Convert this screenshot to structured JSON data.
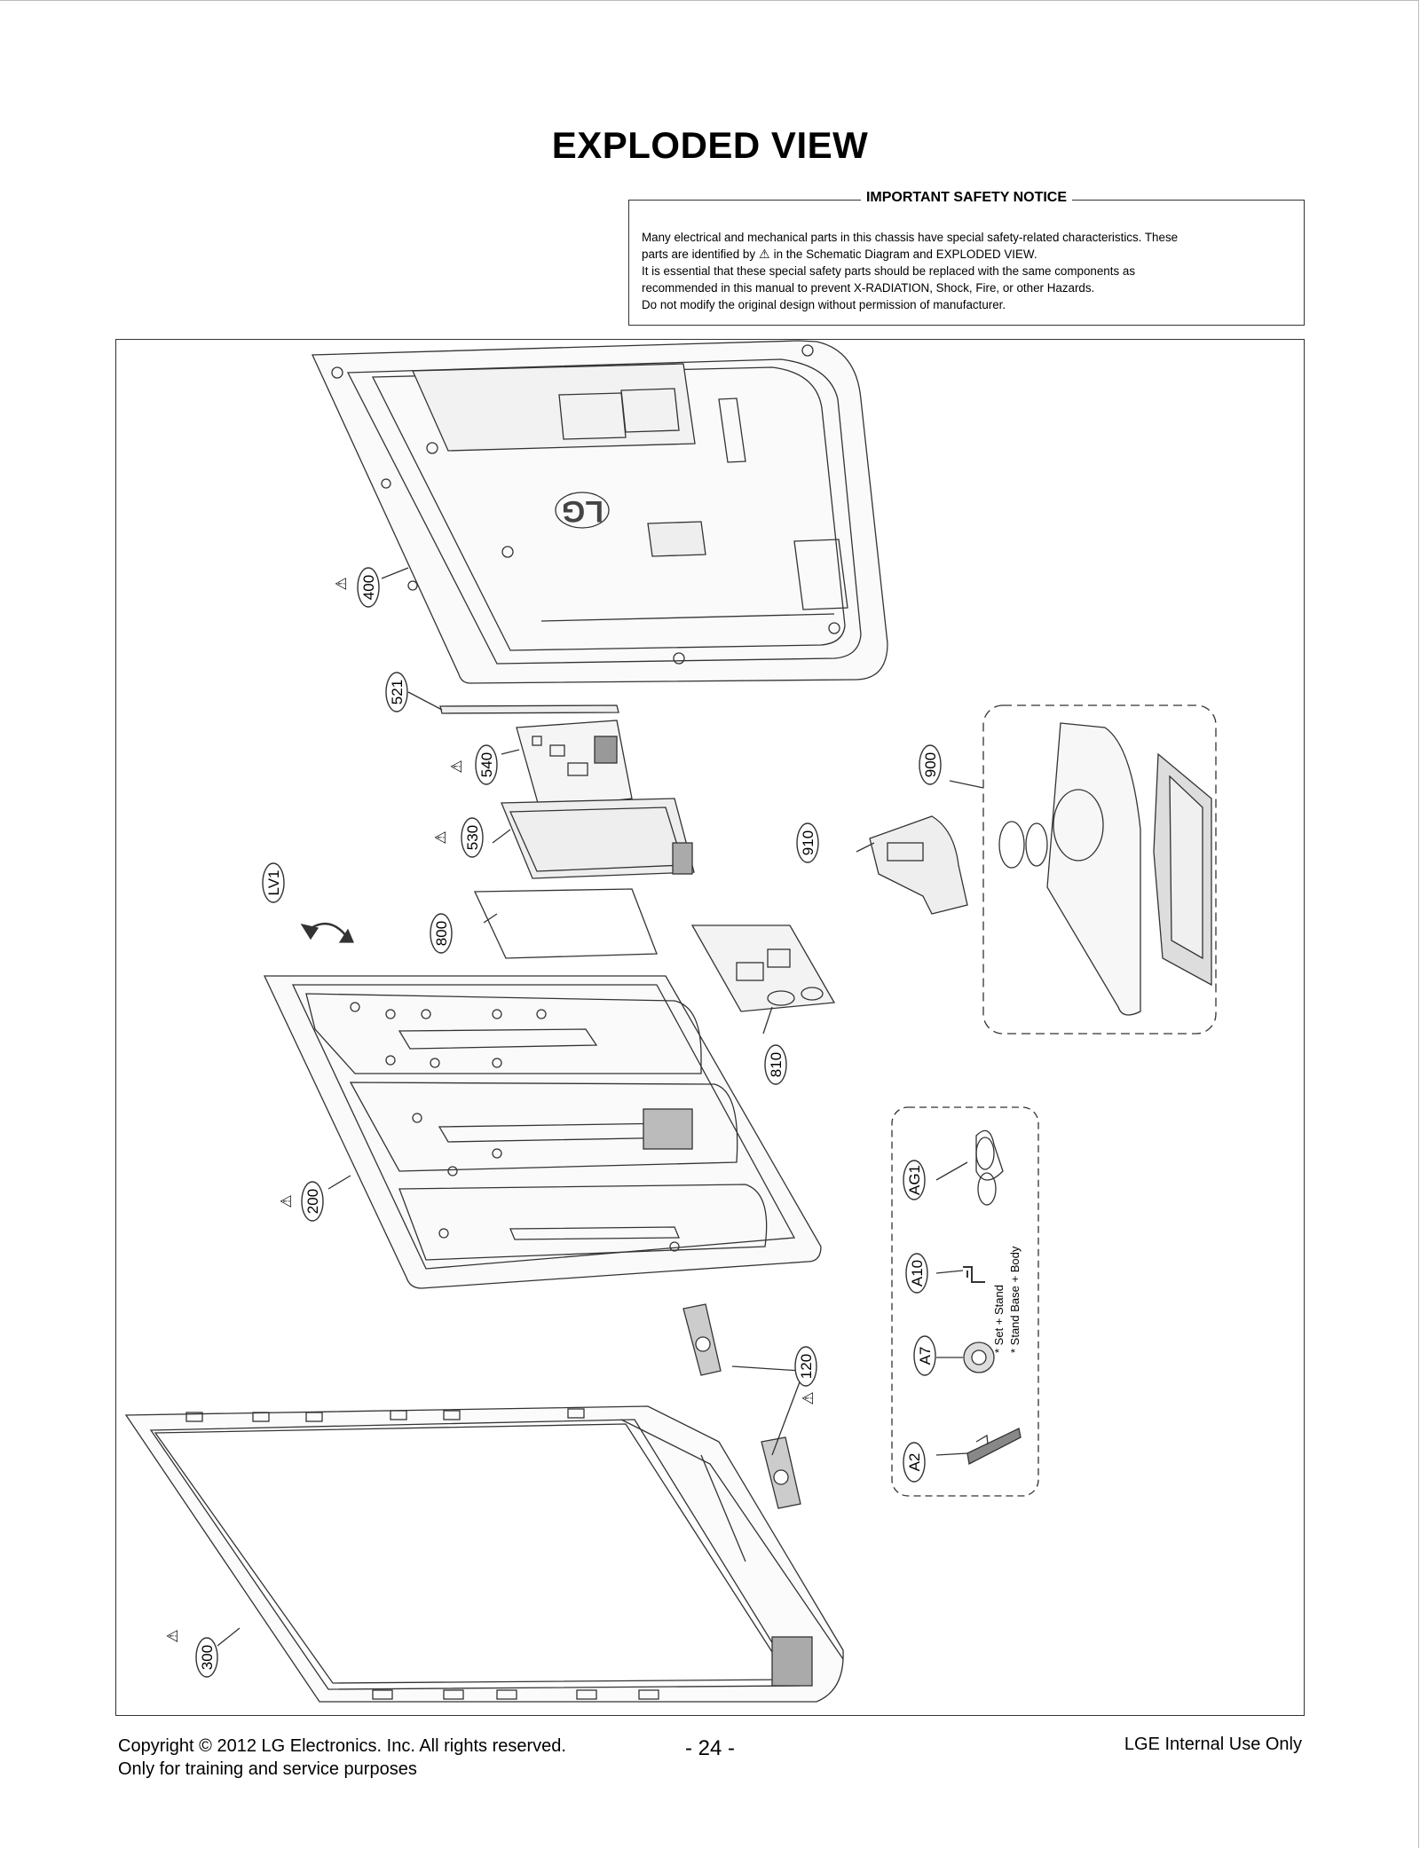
{
  "title": "EXPLODED VIEW",
  "notice": {
    "heading": "IMPORTANT SAFETY NOTICE",
    "line1": "Many electrical and mechanical parts in this chassis have special safety-related characteristics. These",
    "line2a": "parts are identified by",
    "line2b": "in the Schematic Diagram and EXPLODED VIEW.",
    "line3": "It is essential that these special safety parts should be replaced with the same components as",
    "line4": "recommended in this manual to prevent X-RADIATION, Shock, Fire, or other Hazards.",
    "line5": "Do not modify the original design without permission of manufacturer."
  },
  "parts": {
    "p400": "400",
    "p521": "521",
    "p540": "540",
    "p530": "530",
    "pLV1": "LV1",
    "p800": "800",
    "p810": "810",
    "p900": "900",
    "p910": "910",
    "p200": "200",
    "p120": "120",
    "p300": "300",
    "pAG1": "AG1",
    "pA10": "A10",
    "pA7": "A7",
    "pA2": "A2",
    "note1": "* Set + Stand",
    "note2": "* Stand Base + Body",
    "logo": "LG"
  },
  "footer": {
    "copyright": "Copyright © 2012 LG Electronics. Inc. All rights reserved.",
    "training": "Only for training and service purposes",
    "page": "- 24 -",
    "internal": "LGE Internal Use Only"
  }
}
